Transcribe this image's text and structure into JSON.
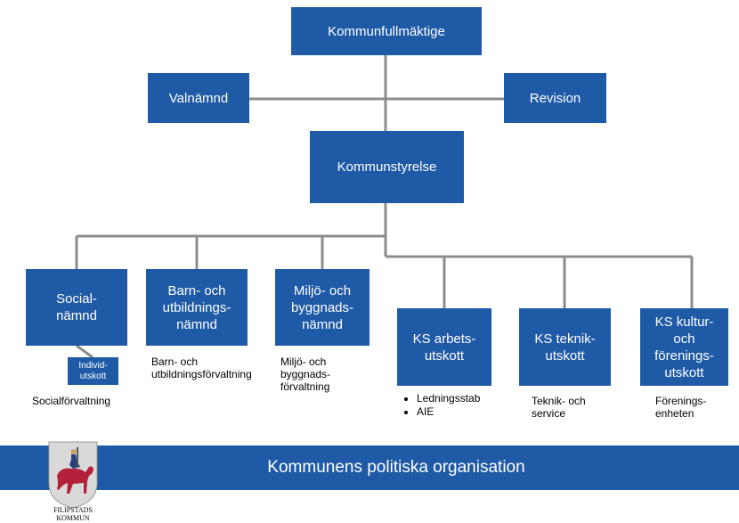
{
  "nodes": {
    "kommunfullmaktige": "Kommunfullmäktige",
    "valnamnd": "Valnämnd",
    "revision": "Revision",
    "kommunstyrelse": "Kommunstyrelse",
    "socialnamnd": "Social-\nnämnd",
    "individutskott": "Individ-\nutskott",
    "barn_utbildning": "Barn- och\nutbildnings-\nnämnd",
    "miljo_bygg": "Miljö- och\nbyggnads-\nnämnd",
    "ks_arbetsutskott": "KS arbets-\nutskott",
    "ks_teknikutskott": "KS teknik-\nutskott",
    "ks_kulturutskott": "KS kultur-\noch\nförenings-\nutskott"
  },
  "notes": {
    "socialforvaltning": "Socialförvaltning",
    "barn_forvaltning": "Barn- och\nutbildningsförvaltning",
    "miljo_forvaltning": "Miljö- och\nbyggnads-\nförvaltning",
    "arbetsutskott_items": [
      "Ledningsstab",
      "AIE"
    ],
    "teknik_service": "Teknik- och\nservice",
    "foreningsenheten": "Förenings-\nenheten"
  },
  "footer": {
    "title": "Kommunens politiska organisation",
    "logo_text": "FILIPSTADS\nKOMMUN"
  },
  "colors": {
    "box": "#1F5AA6",
    "line": "#8C8C8C"
  }
}
